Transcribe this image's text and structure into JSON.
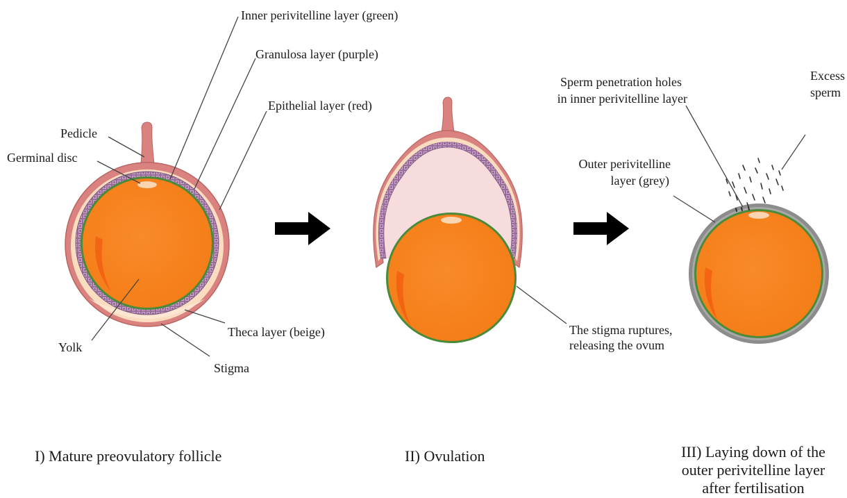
{
  "panel1": {
    "caption": "I) Mature preovulatory follicle",
    "labels": {
      "inner_perivitelline": "Inner perivitelline layer (green)",
      "granulosa": "Granulosa layer (purple)",
      "epithelial": "Epithelial layer (red)",
      "pedicle": "Pedicle",
      "germinal_disc": "Germinal disc",
      "theca": "Theca layer (beige)",
      "yolk": "Yolk",
      "stigma": "Stigma"
    }
  },
  "panel2": {
    "caption": "II) Ovulation",
    "labels": {
      "stigma_ruptures_1": "The stigma ruptures,",
      "stigma_ruptures_2": "releasing the ovum"
    }
  },
  "panel3": {
    "caption_1": "III) Laying down of the",
    "caption_2": "outer perivitelline layer",
    "caption_3": "after fertilisation",
    "labels": {
      "sperm_holes_1": "Sperm penetration holes",
      "sperm_holes_2": "in inner perivitelline layer",
      "excess_sperm_1": "Excess",
      "excess_sperm_2": "sperm",
      "outer_perivitelline_1": "Outer perivitelline",
      "outer_perivitelline_2": "layer (grey)"
    }
  },
  "colors": {
    "yolk": "#f7841f",
    "epithelial": "#d9827f",
    "theca": "#fadcc0",
    "granulosa": "#a77fa8",
    "inner_perivitelline": "#4a8b3a",
    "outer_perivitelline": "#8c8c8c",
    "cavity": "#f6dcdc",
    "arrow": "#000000"
  },
  "icons": {
    "arrow1": "right-arrow-icon",
    "arrow2": "right-arrow-icon"
  }
}
